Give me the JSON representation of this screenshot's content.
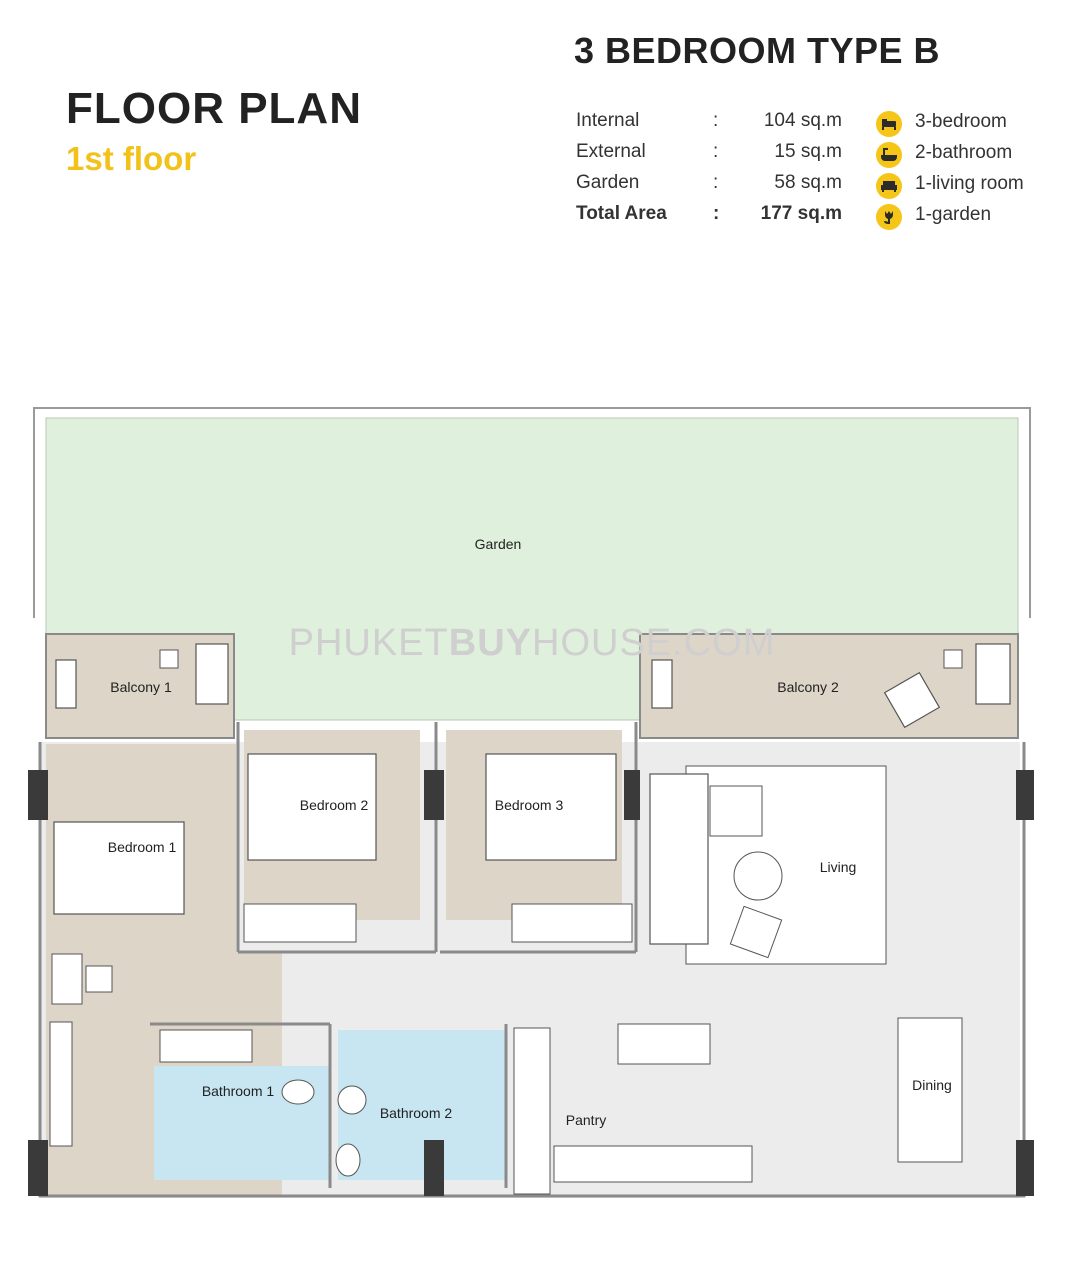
{
  "header": {
    "title": "FLOOR PLAN",
    "subtitle": "1st floor",
    "unit_type": "3 BEDROOM TYPE B"
  },
  "areas": [
    {
      "label": "Internal",
      "sep": ":",
      "value": "104 sq.m",
      "bold": false
    },
    {
      "label": "External",
      "sep": ":",
      "value": "15 sq.m",
      "bold": false
    },
    {
      "label": "Garden",
      "sep": ":",
      "value": "58 sq.m",
      "bold": false
    },
    {
      "label": "Total Area",
      "sep": ":",
      "value": "177 sq.m",
      "bold": true
    }
  ],
  "features": [
    {
      "icon": "bed-icon",
      "label": "3-bedroom"
    },
    {
      "icon": "bathtub-icon",
      "label": "2-bathroom"
    },
    {
      "icon": "sofa-icon",
      "label": "1-living room"
    },
    {
      "icon": "tulip-icon",
      "label": "1-garden"
    }
  ],
  "rooms": {
    "garden": "Garden",
    "balcony1": "Balcony 1",
    "balcony2": "Balcony 2",
    "bedroom1": "Bedroom 1",
    "bedroom2": "Bedroom 2",
    "bedroom3": "Bedroom 3",
    "living": "Living",
    "bathroom1": "Bathroom 1",
    "bathroom2": "Bathroom 2",
    "pantry": "Pantry",
    "dining": "Dining"
  },
  "watermark": {
    "a": "PHUKET",
    "b": "BUY",
    "c": "HOUSE.COM"
  },
  "colors": {
    "accent_yellow": "#f5c518",
    "subtitle_yellow": "#f2c21a",
    "garden_green": "#dff0dc",
    "bedroom_beige": "#ddd5c8",
    "bathroom_blue": "#c7e6f1",
    "floor_grey": "#ececec",
    "wall": "#8a8a8a",
    "column": "#3a3a3a"
  }
}
